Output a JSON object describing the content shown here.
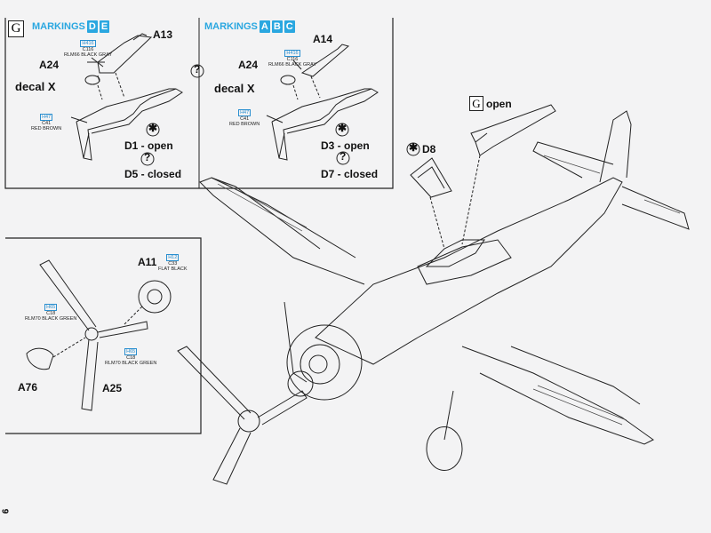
{
  "section": {
    "letter": "G"
  },
  "markings_de": {
    "label": "MARKINGS",
    "chips": [
      "D",
      "E"
    ]
  },
  "markings_abc": {
    "label": "MARKINGS",
    "chips": [
      "A",
      "B",
      "C"
    ]
  },
  "parts": {
    "a13": "A13",
    "a14": "A14",
    "a24_left": "A24",
    "a24_right": "A24",
    "decal_left": "decal X",
    "decal_right": "decal X",
    "d1": "D1 - open",
    "d5": "D5 - closed",
    "d3": "D3 - open",
    "d7": "D7 - closed",
    "d8": "D8",
    "g_open_letter": "G",
    "g_open_text": "open",
    "a11": "A11",
    "a76": "A76",
    "a25": "A25"
  },
  "paints": {
    "left_gray": {
      "codes": [
        "H416",
        "C116"
      ],
      "name": "RLM66 BLACK GRAY"
    },
    "left_brown": {
      "codes": [
        "H47",
        "C41"
      ],
      "name": "RED BROWN"
    },
    "right_gray": {
      "codes": [
        "H416",
        "C116"
      ],
      "name": "RLM66 BLACK GRAY"
    },
    "right_brown": {
      "codes": [
        "H47",
        "C41"
      ],
      "name": "RED BROWN"
    },
    "spinner_black": {
      "codes": [
        "H12",
        "C33"
      ],
      "name": "FLAT BLACK"
    },
    "prop_green_left": {
      "codes": [
        "H65",
        "C18"
      ],
      "name": "RLM70 BLACK GREEN"
    },
    "prop_green_right": {
      "codes": [
        "H65",
        "C18"
      ],
      "name": "RLM70 BLACK GREEN"
    }
  },
  "symbols": {
    "question": "?",
    "star": "✱"
  },
  "page_number": "9"
}
